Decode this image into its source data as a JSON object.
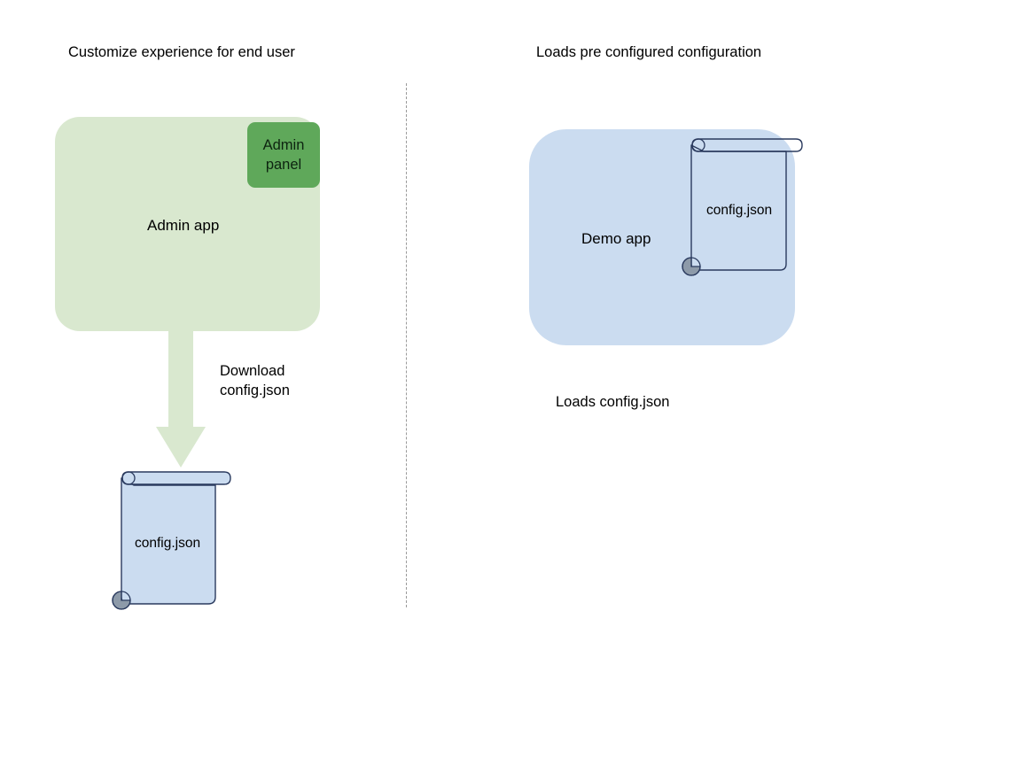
{
  "diagram": {
    "background_color": "#ffffff",
    "left_panel": {
      "heading": "Customize experience for end user",
      "app_box": {
        "label": "Admin app",
        "fill_color": "#d9e8cf"
      },
      "admin_panel_chip": {
        "label": "Admin\npanel",
        "label_line1": "Admin",
        "label_line2": "panel",
        "fill_color": "#5fa85a"
      },
      "arrow": {
        "caption_line1": "Download",
        "caption_line2": "config.json",
        "color": "#d9e8cf",
        "direction": "down"
      },
      "document": {
        "label": "config.json",
        "fill_color": "#cbdcf0",
        "stroke_color": "#2a3a5e",
        "roll_color": "#8d9aa9"
      }
    },
    "right_panel": {
      "heading": "Loads pre configured configuration",
      "app_box": {
        "label": "Demo app",
        "fill_color": "#cbdcf0"
      },
      "document": {
        "label": "config.json",
        "fill_color": "none",
        "stroke_color": "#2a3a5e",
        "roll_color": "#8d9aa9"
      },
      "caption": "Loads config.json"
    },
    "divider": {
      "style": "dashed-vertical",
      "color": "#9a9a9a"
    }
  }
}
